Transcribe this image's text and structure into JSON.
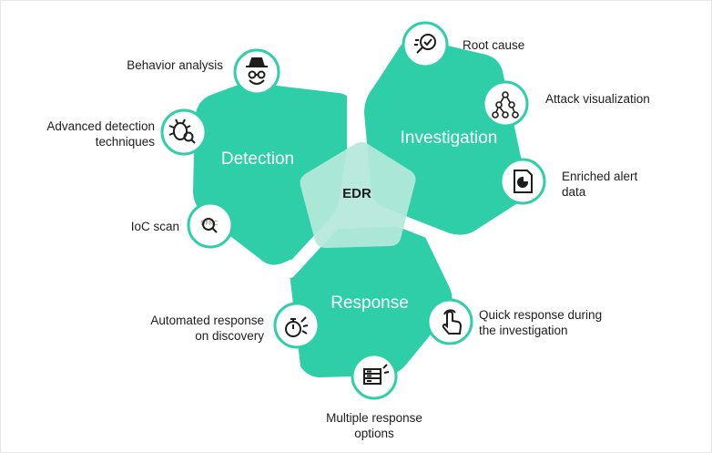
{
  "core": {
    "title": "EDR"
  },
  "colors": {
    "petal": "#2ecfa8",
    "core": "#a9e6d5",
    "ring": "#2ecfa8",
    "text": "#1d1d1b"
  },
  "petals": [
    {
      "id": "detection",
      "title": "Detection"
    },
    {
      "id": "investigation",
      "title": "Investigation"
    },
    {
      "id": "response",
      "title": "Response"
    }
  ],
  "features": {
    "behavior_analysis": {
      "label": "Behavior analysis",
      "icon": "spy-icon"
    },
    "advanced_detection": {
      "label_line1": "Advanced detection",
      "label_line2": "techniques",
      "icon": "bug-magnifier-icon"
    },
    "ioc_scan": {
      "label": "IoC scan",
      "icon": "ioc-magnifier-icon",
      "icon_text": "DFRC"
    },
    "root_cause": {
      "label": "Root cause",
      "icon": "magnifier-check-icon"
    },
    "attack_visualization": {
      "label": "Attack visualization",
      "icon": "tree-graph-icon"
    },
    "enriched_alert": {
      "label_line1": "Enriched alert",
      "label_line2": "data",
      "icon": "document-chart-icon"
    },
    "quick_response": {
      "label_line1": "Quick response during",
      "label_line2": "the investigation",
      "icon": "hand-pointer-icon"
    },
    "automated_response": {
      "label_line1": "Automated response",
      "label_line2": "on discovery",
      "icon": "stopwatch-icon"
    },
    "multiple_response": {
      "label_line1": "Multiple response",
      "label_line2": "options",
      "icon": "server-rack-icon"
    }
  }
}
